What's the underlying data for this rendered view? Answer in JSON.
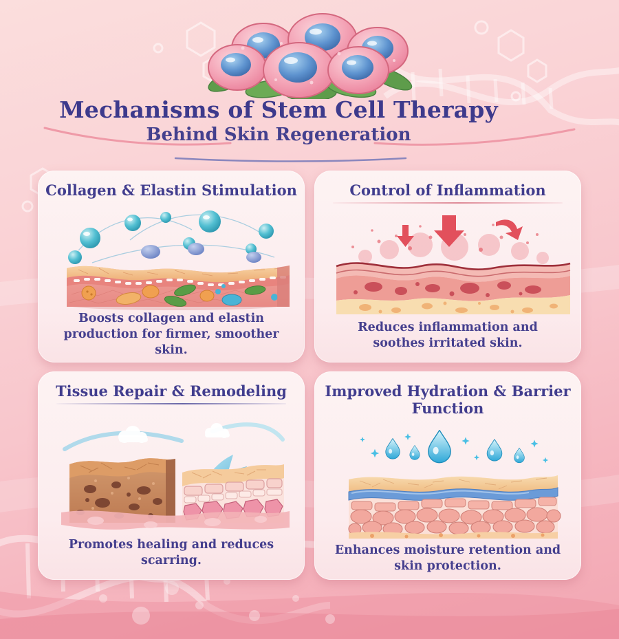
{
  "page": {
    "title": "Mechanisms of Stem Cell Therapy",
    "subtitle": "Behind Skin Regeneration"
  },
  "header_illustration": "stem-cell-cluster-on-leaves",
  "cards": [
    {
      "title": "Collagen & Elastin Stimulation",
      "caption": "Boosts collagen and elastin production for firmer, smoother skin.",
      "illustration": "skin-cross-section-with-stem-cell-spheres"
    },
    {
      "title": "Control of Inflammation",
      "caption": "Reduces inflammation and soothes irritated skin.",
      "illustration": "inflamed-skin-with-red-arrows"
    },
    {
      "title": "Tissue Repair & Remodeling",
      "caption": "Promotes healing and reduces scarring.",
      "illustration": "damaged-and-repaired-skin-blocks"
    },
    {
      "title": "Improved Hydration & Barrier Function",
      "caption": "Enhances moisture retention and skin protection.",
      "illustration": "hydrated-skin-with-water-droplets"
    }
  ],
  "colors": {
    "heading": "#3d3a8c",
    "caption": "#453f8e",
    "background_pink": "#f8c6cc",
    "card_background": "#fdf3f3",
    "arrow_red": "#e2505c",
    "stem_sphere_teal": "#3fb3c9",
    "droplet_blue": "#2fa8d8",
    "leaf_green": "#5e9c4b",
    "cell_pink": "#f3a0b3",
    "nucleus_blue": "#5e93cf"
  }
}
